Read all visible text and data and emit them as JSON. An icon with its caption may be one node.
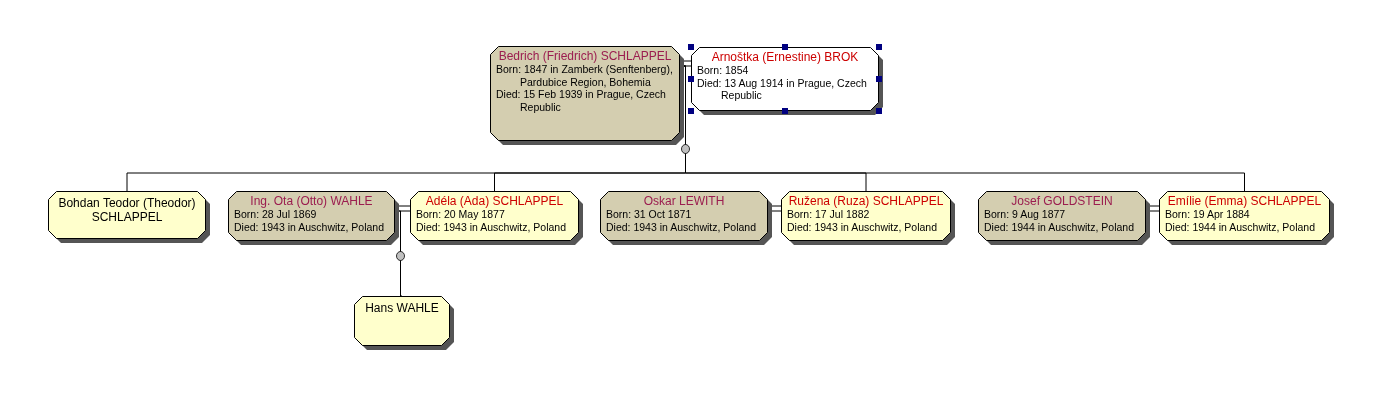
{
  "diagram": {
    "nodes": [
      {
        "text": [
          "Bedrich (Friedrich) SCHLAPPEL",
          "Born: 1847 in Zamberk (Senftenberg), Pardubice Region, Bohemia",
          "Died: 15 Feb 1939 in Prague, Czech Republic"
        ]
      },
      {
        "text": [
          "Arnoštka (Ernestine) BROK",
          "Born: 1854",
          "Died: 13 Aug 1914 in Prague, Czech Republic"
        ]
      },
      {
        "text": [
          "Bohdan Teodor (Theodor) SCHLAPPEL"
        ]
      },
      {
        "text": [
          "Ing. Ota (Otto) WAHLE",
          "Born: 28 Jul 1869",
          "Died: 1943 in Auschwitz, Poland"
        ]
      },
      {
        "text": [
          "Adéla (Ada) SCHLAPPEL",
          "Born: 20 May 1877",
          "Died: 1943 in Auschwitz, Poland"
        ]
      },
      {
        "text": [
          "Oskar LEWITH",
          "Born: 31 Oct 1871",
          "Died: 1943 in Auschwitz, Poland"
        ]
      },
      {
        "text": [
          "Ružena (Ruza) SCHLAPPEL",
          "Born: 17 Jul 1882",
          "Died: 1943 in Auschwitz, Poland"
        ]
      },
      {
        "text": [
          "Josef GOLDSTEIN",
          "Born: 9 Aug 1877",
          "Died: 1944 in Auschwitz, Poland"
        ]
      },
      {
        "text": [
          "Emílie (Emma) SCHLAPPEL",
          "Born: 19 Apr 1884",
          "Died: 1944 in Auschwitz, Poland"
        ]
      },
      {
        "text": [
          "Hans WAHLE"
        ]
      }
    ],
    "edges": [
      {
        "from": 0,
        "to": 1,
        "arrow": "none"
      },
      {
        "from": 0,
        "to": 2,
        "arrow": "none"
      },
      {
        "from": 0,
        "to": 4,
        "arrow": "none"
      },
      {
        "from": 0,
        "to": 6,
        "arrow": "none"
      },
      {
        "from": 0,
        "to": 8,
        "arrow": "none"
      },
      {
        "from": 3,
        "to": 4,
        "arrow": "none"
      },
      {
        "from": 5,
        "to": 6,
        "arrow": "none"
      },
      {
        "from": 7,
        "to": 8,
        "arrow": "none"
      },
      {
        "from": 3,
        "to": 9,
        "arrow": "none"
      }
    ]
  }
}
